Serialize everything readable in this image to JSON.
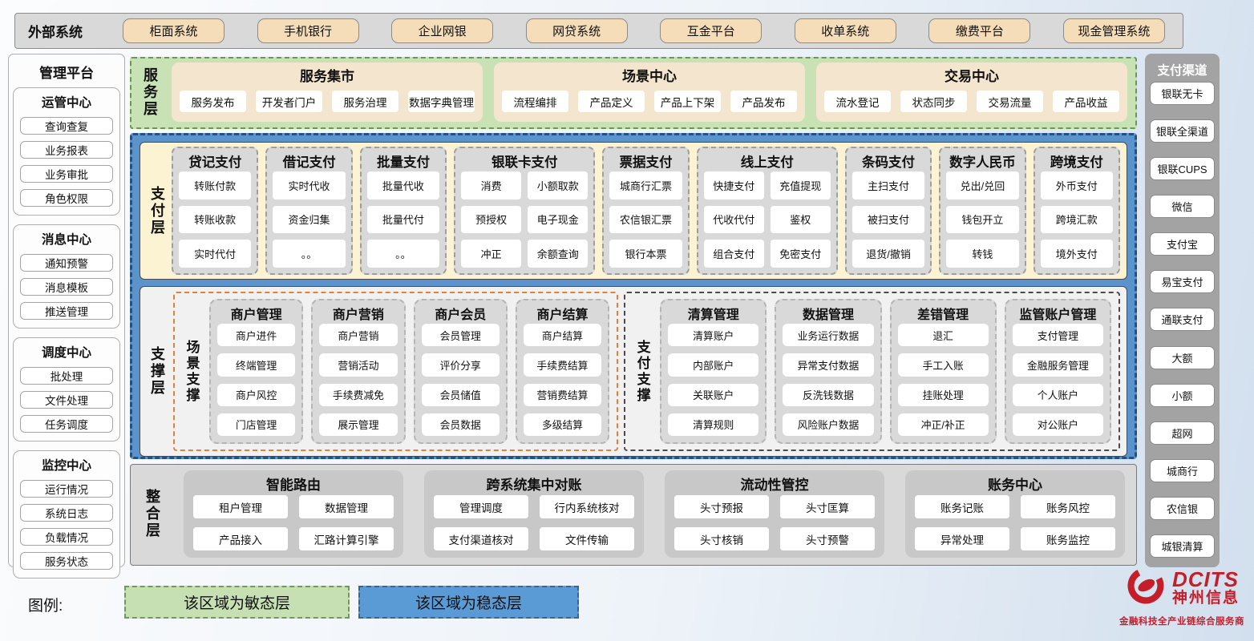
{
  "external_systems": {
    "label": "外部系统",
    "items": [
      "柜面系统",
      "手机银行",
      "企业网银",
      "网贷系统",
      "互金平台",
      "收单系统",
      "缴费平台",
      "现金管理系统"
    ]
  },
  "management_platform": {
    "title": "管理平台",
    "sections": [
      {
        "title": "运管中心",
        "items": [
          "查询查复",
          "业务报表",
          "业务审批",
          "角色权限"
        ]
      },
      {
        "title": "消息中心",
        "items": [
          "通知预警",
          "消息模板",
          "推送管理"
        ]
      },
      {
        "title": "调度中心",
        "items": [
          "批处理",
          "文件处理",
          "任务调度"
        ]
      },
      {
        "title": "监控中心",
        "items": [
          "运行情况",
          "系统日志",
          "负载情况",
          "服务状态"
        ]
      }
    ]
  },
  "service_layer": {
    "label": "服务层",
    "groups": [
      {
        "title": "服务集市",
        "items": [
          "服务发布",
          "开发者门户",
          "服务治理",
          "数据字典管理"
        ]
      },
      {
        "title": "场景中心",
        "items": [
          "流程编排",
          "产品定义",
          "产品上下架",
          "产品发布"
        ]
      },
      {
        "title": "交易中心",
        "items": [
          "流水登记",
          "状态同步",
          "交易流量",
          "产品收益"
        ]
      }
    ]
  },
  "payment_layer": {
    "label": "支付层",
    "groups": [
      {
        "title": "贷记支付",
        "cols": "1",
        "items": [
          "转账付款",
          "转账收款",
          "实时代付"
        ]
      },
      {
        "title": "借记支付",
        "cols": "1",
        "items": [
          "实时代收",
          "资金归集",
          "。。"
        ]
      },
      {
        "title": "批量支付",
        "cols": "1",
        "items": [
          "批量代收",
          "批量代付",
          "。。"
        ]
      },
      {
        "title": "银联卡支付",
        "cols": "2",
        "items": [
          "消费",
          "小额取款",
          "预授权",
          "电子现金",
          "冲正",
          "余额查询"
        ]
      },
      {
        "title": "票据支付",
        "cols": "1",
        "items": [
          "城商行汇票",
          "农信银汇票",
          "银行本票"
        ]
      },
      {
        "title": "线上支付",
        "cols": "2",
        "items": [
          "快捷支付",
          "充值提现",
          "代收代付",
          "鉴权",
          "组合支付",
          "免密支付"
        ]
      },
      {
        "title": "条码支付",
        "cols": "1",
        "items": [
          "主扫支付",
          "被扫支付",
          "退货/撤销"
        ]
      },
      {
        "title": "数字人民币",
        "cols": "1",
        "items": [
          "兑出/兑回",
          "钱包开立",
          "转钱"
        ]
      },
      {
        "title": "跨境支付",
        "cols": "1",
        "items": [
          "外币支付",
          "跨境汇款",
          "境外支付"
        ]
      }
    ]
  },
  "support_layer": {
    "label": "支撑层",
    "scene_support": {
      "label": "场景支撑",
      "groups": [
        {
          "title": "商户管理",
          "items": [
            "商户进件",
            "终端管理",
            "商户风控",
            "门店管理"
          ]
        },
        {
          "title": "商户营销",
          "items": [
            "商户营销",
            "营销活动",
            "手续费减免",
            "展示管理"
          ]
        },
        {
          "title": "商户会员",
          "items": [
            "会员管理",
            "评价分享",
            "会员储值",
            "会员数据"
          ]
        },
        {
          "title": "商户结算",
          "items": [
            "商户结算",
            "手续费结算",
            "营销费结算",
            "多级结算"
          ]
        }
      ]
    },
    "payment_support": {
      "label": "支付支撑",
      "groups": [
        {
          "title": "清算管理",
          "items": [
            "清算账户",
            "内部账户",
            "关联账户",
            "清算规则"
          ]
        },
        {
          "title": "数据管理",
          "items": [
            "业务运行数据",
            "异常支付数据",
            "反洗钱数据",
            "风险账户数据"
          ]
        },
        {
          "title": "差错管理",
          "items": [
            "退汇",
            "手工入账",
            "挂账处理",
            "冲正/补正"
          ]
        },
        {
          "title": "监管账户管理",
          "items": [
            "支付管理",
            "金融服务管理",
            "个人账户",
            "对公账户"
          ]
        }
      ]
    }
  },
  "integration_layer": {
    "label": "整合层",
    "groups": [
      {
        "title": "智能路由",
        "items": [
          "租户管理",
          "数据管理",
          "产品接入",
          "汇路计算引擎"
        ]
      },
      {
        "title": "跨系统集中对账",
        "items": [
          "管理调度",
          "行内系统核对",
          "支付渠道核对",
          "文件传输"
        ]
      },
      {
        "title": "流动性管控",
        "items": [
          "头寸预报",
          "头寸匡算",
          "头寸核销",
          "头寸预警"
        ]
      },
      {
        "title": "账务中心",
        "items": [
          "账务记账",
          "账务风控",
          "异常处理",
          "账务监控"
        ]
      }
    ]
  },
  "payment_channels": {
    "title": "支付渠道",
    "items": [
      "银联无卡",
      "银联全渠道",
      "银联CUPS",
      "微信",
      "支付宝",
      "易宝支付",
      "通联支付",
      "大额",
      "小额",
      "超网",
      "城商行",
      "农信银",
      "城银清算"
    ]
  },
  "legend": {
    "label": "图例:",
    "items": [
      {
        "text": "该区域为敏态层",
        "color": "#c6e0b4"
      },
      {
        "text": "该区域为稳态层",
        "color": "#5b9bd5"
      }
    ]
  },
  "logo": {
    "brand": "DCITS",
    "name": "神州信息",
    "tagline": "金融科技全产业链综合服务商",
    "color": "#c41e2a"
  },
  "colors": {
    "agile_green": "#c6e0b4",
    "stable_blue": "#5b9bd5",
    "service_panel_cream": "#f4e5cf",
    "payment_bg_cream": "#fcf3d3",
    "group_gray": "#d9d9d9",
    "external_btn_tan": "#f5ddba",
    "brand_red": "#c41e2a"
  }
}
